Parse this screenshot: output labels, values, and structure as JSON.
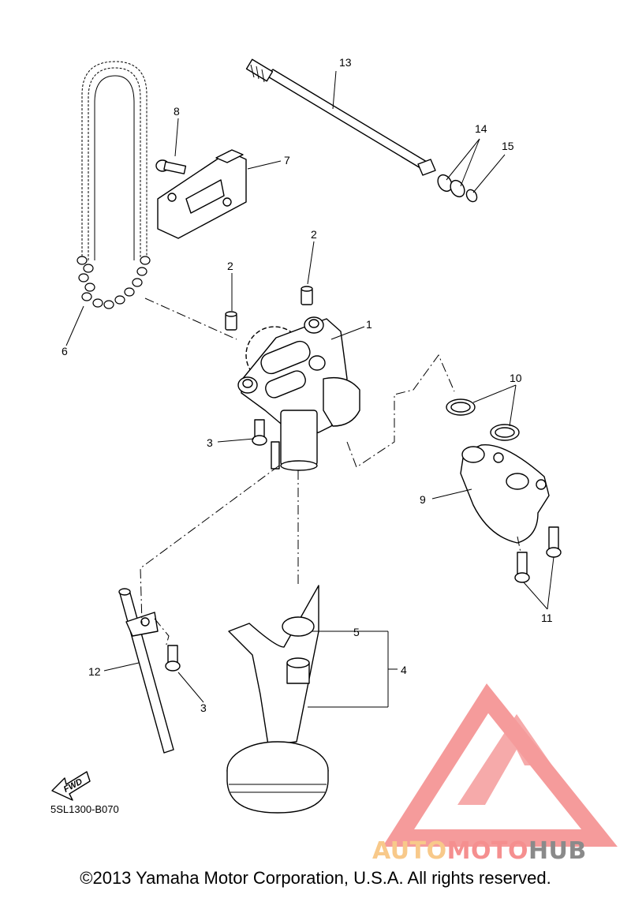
{
  "diagram": {
    "callouts": [
      {
        "id": "p1",
        "label": "1"
      },
      {
        "id": "p2a",
        "label": "2"
      },
      {
        "id": "p2b",
        "label": "2"
      },
      {
        "id": "p3a",
        "label": "3"
      },
      {
        "id": "p3b",
        "label": "3"
      },
      {
        "id": "p4",
        "label": "4"
      },
      {
        "id": "p5",
        "label": "5"
      },
      {
        "id": "p6",
        "label": "6"
      },
      {
        "id": "p7",
        "label": "7"
      },
      {
        "id": "p8",
        "label": "8"
      },
      {
        "id": "p9",
        "label": "9"
      },
      {
        "id": "p10",
        "label": "10"
      },
      {
        "id": "p11",
        "label": "11"
      },
      {
        "id": "p12",
        "label": "12"
      },
      {
        "id": "p13",
        "label": "13"
      },
      {
        "id": "p14",
        "label": "14"
      },
      {
        "id": "p15",
        "label": "15"
      }
    ],
    "fwd_label": "FWD",
    "diagram_code": "5SL1300-B070"
  },
  "watermark": {
    "part1": "AUTO",
    "part2": "MOTO",
    "part3": "HUB",
    "colors": {
      "auto": "#f8c98a",
      "moto": "#f58f8f",
      "hub": "#8a8a8a",
      "triangle": "#f59b9b"
    }
  },
  "footer": {
    "copyright": "©2013 Yamaha Motor Corporation, U.S.A. All rights reserved."
  }
}
